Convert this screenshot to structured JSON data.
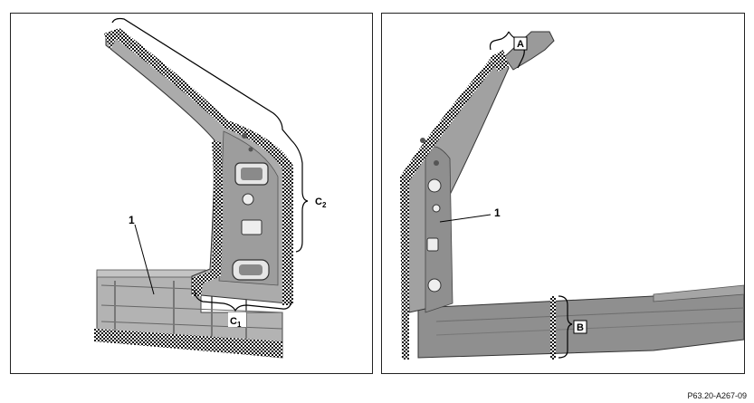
{
  "left_panel": {
    "part_callout": "1",
    "zone_c2": {
      "letter": "C",
      "subscript": "2"
    },
    "zone_c1": {
      "letter": "C",
      "subscript": "1"
    }
  },
  "right_panel": {
    "part_callout": "1",
    "zone_a": "A",
    "zone_b": "B"
  },
  "figure_id": "P63.20-A267-09",
  "colors": {
    "panel_fill": "#ababab",
    "panel_dark": "#8c8c8c",
    "outline": "#000000",
    "hatch": "#111111"
  }
}
